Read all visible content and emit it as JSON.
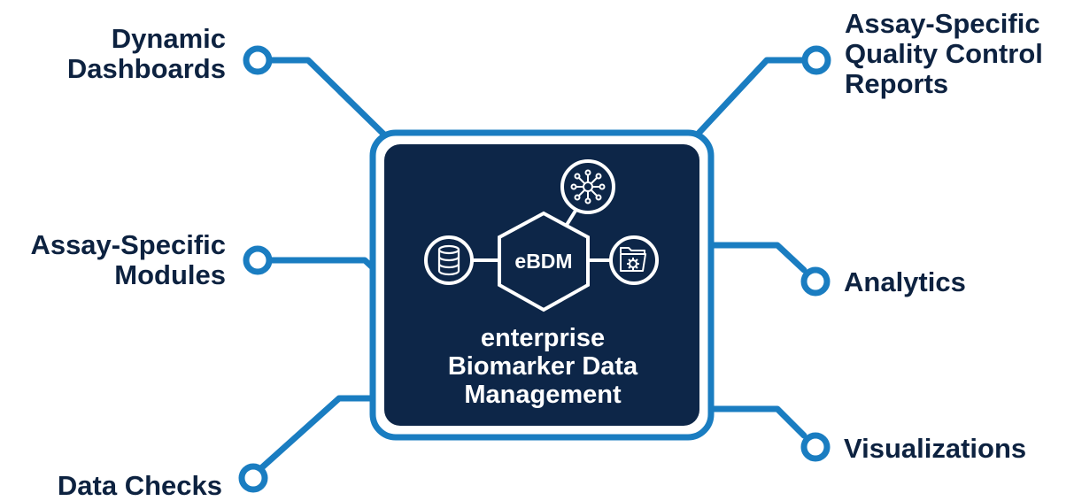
{
  "colors": {
    "line": "#1a7dc1",
    "panel": "#0d2648",
    "text": "#0d2240",
    "white": "#ffffff"
  },
  "hub": {
    "abbreviation": "eBDM",
    "title_lines": [
      "enterprise",
      "Biomarker Data",
      "Management"
    ],
    "icons": [
      "network-icon",
      "database-icon",
      "folder-gear-icon"
    ]
  },
  "features": {
    "dynamic_dashboards": [
      "Dynamic",
      "Dashboards"
    ],
    "assay_specific_modules": [
      "Assay-Specific",
      "Modules"
    ],
    "data_checks": [
      "Data Checks"
    ],
    "assay_specific_qc_reports": [
      "Assay-Specific",
      "Quality Control",
      "Reports"
    ],
    "analytics": [
      "Analytics"
    ],
    "visualizations": [
      "Visualizations"
    ]
  }
}
